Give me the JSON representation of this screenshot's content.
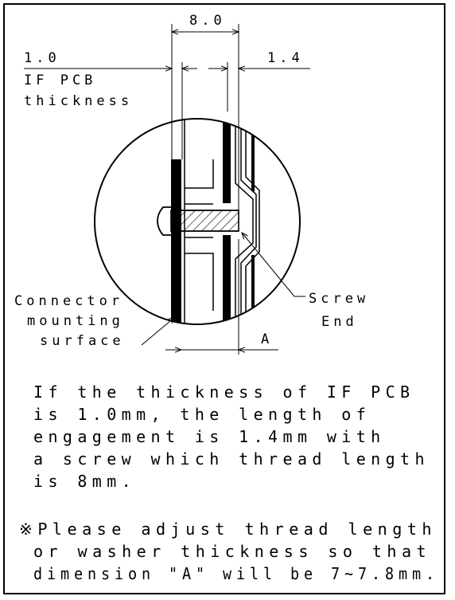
{
  "dimensions": {
    "thread_length": "8.0",
    "pcb_thickness": "1.0",
    "engagement": "1.4",
    "a_label": "A"
  },
  "labels": {
    "pcb_line1": "IF PCB",
    "pcb_line2": "thickness",
    "connector_line1": "Connector",
    "connector_line2": "mounting",
    "connector_line3": "surface",
    "screw_line1": "Screw",
    "screw_line2": "End"
  },
  "note": {
    "line1": "If the thickness of IF PCB",
    "line2": "is 1.0mm, the length of",
    "line3": "engagement is 1.4mm with",
    "line4": "a screw which thread length",
    "line5": "is 8mm."
  },
  "caution": {
    "line1": "※Please adjust thread length",
    "line2": "or washer thickness so that",
    "line3": "dimension \"A\" will be 7~7.8mm."
  }
}
